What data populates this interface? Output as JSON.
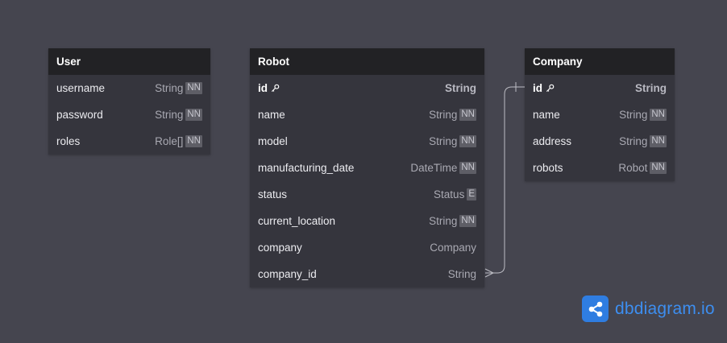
{
  "tables": {
    "user": {
      "name": "User",
      "fields": [
        {
          "name": "username",
          "type": "String",
          "badge": "NN"
        },
        {
          "name": "password",
          "type": "String",
          "badge": "NN"
        },
        {
          "name": "roles",
          "type": "Role[]",
          "badge": "NN"
        }
      ]
    },
    "robot": {
      "name": "Robot",
      "fields": [
        {
          "name": "id",
          "type": "String",
          "pk": true
        },
        {
          "name": "name",
          "type": "String",
          "badge": "NN"
        },
        {
          "name": "model",
          "type": "String",
          "badge": "NN"
        },
        {
          "name": "manufacturing_date",
          "type": "DateTime",
          "badge": "NN"
        },
        {
          "name": "status",
          "type": "Status",
          "badge": "E"
        },
        {
          "name": "current_location",
          "type": "String",
          "badge": "NN"
        },
        {
          "name": "company",
          "type": "Company"
        },
        {
          "name": "company_id",
          "type": "String"
        }
      ]
    },
    "company": {
      "name": "Company",
      "fields": [
        {
          "name": "id",
          "type": "String",
          "pk": true
        },
        {
          "name": "name",
          "type": "String",
          "badge": "NN"
        },
        {
          "name": "address",
          "type": "String",
          "badge": "NN"
        },
        {
          "name": "robots",
          "type": "Robot",
          "badge": "NN"
        }
      ]
    }
  },
  "relationships": [
    {
      "from": "Robot.company_id",
      "to": "Company.id",
      "from_cardinality": "many",
      "to_cardinality": "one"
    }
  ],
  "branding": {
    "logo_text": "dbdiagram.io",
    "logo_icon": "share-nodes-icon",
    "accent": "#2f7de1"
  },
  "colors": {
    "background": "#45454f",
    "table_header": "#222225",
    "table_body": "#35353d",
    "badge": "#5e5e66"
  }
}
